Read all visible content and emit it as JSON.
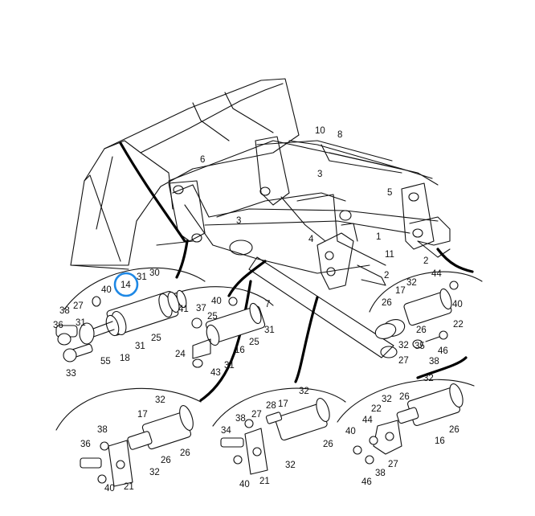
{
  "diagram": {
    "highlight_color": "#1e88e5",
    "highlighted_callout": "14",
    "callouts": {
      "main": [
        "10",
        "8",
        "6",
        "3",
        "3",
        "5",
        "1",
        "4",
        "11",
        "2",
        "2",
        "7"
      ],
      "inset_tl": [
        "14",
        "31",
        "30",
        "40",
        "41",
        "38",
        "27",
        "36",
        "31",
        "25",
        "33",
        "55",
        "18",
        "31"
      ],
      "inset_c": [
        "40",
        "37",
        "25",
        "31",
        "25",
        "16",
        "24",
        "43",
        "31"
      ],
      "inset_r": [
        "44",
        "32",
        "40",
        "17",
        "26",
        "22",
        "26",
        "32",
        "46",
        "38",
        "27",
        "35"
      ],
      "inset_bl": [
        "32",
        "17",
        "38",
        "26",
        "36",
        "40",
        "21",
        "32",
        "26"
      ],
      "inset_bc": [
        "32",
        "28",
        "17",
        "38",
        "27",
        "34",
        "40",
        "21",
        "32",
        "26"
      ],
      "inset_br": [
        "32",
        "32",
        "26",
        "22",
        "44",
        "40",
        "38",
        "27",
        "46",
        "16",
        "26"
      ]
    }
  }
}
